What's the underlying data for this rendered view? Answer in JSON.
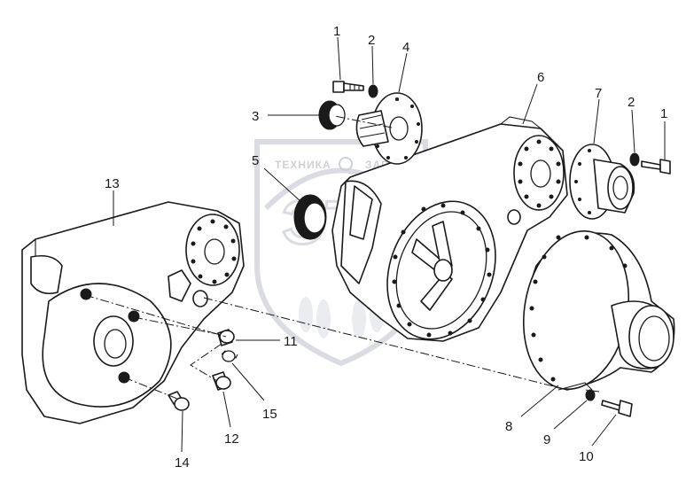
{
  "watermark": {
    "text_left": "ТЕХНИКА",
    "text_right": "ЗАПЧАСТИ",
    "logo": "ЭТП"
  },
  "callouts": [
    {
      "id": "c1a",
      "label": "1"
    },
    {
      "id": "c2a",
      "label": "2"
    },
    {
      "id": "c4",
      "label": "4"
    },
    {
      "id": "c3",
      "label": "3"
    },
    {
      "id": "c5",
      "label": "5"
    },
    {
      "id": "c6",
      "label": "6"
    },
    {
      "id": "c7",
      "label": "7"
    },
    {
      "id": "c2b",
      "label": "2"
    },
    {
      "id": "c1b",
      "label": "1"
    },
    {
      "id": "c13",
      "label": "13"
    },
    {
      "id": "c11",
      "label": "11"
    },
    {
      "id": "c15",
      "label": "15"
    },
    {
      "id": "c12",
      "label": "12"
    },
    {
      "id": "c14",
      "label": "14"
    },
    {
      "id": "c8",
      "label": "8"
    },
    {
      "id": "c9",
      "label": "9"
    },
    {
      "id": "c10",
      "label": "10"
    }
  ]
}
